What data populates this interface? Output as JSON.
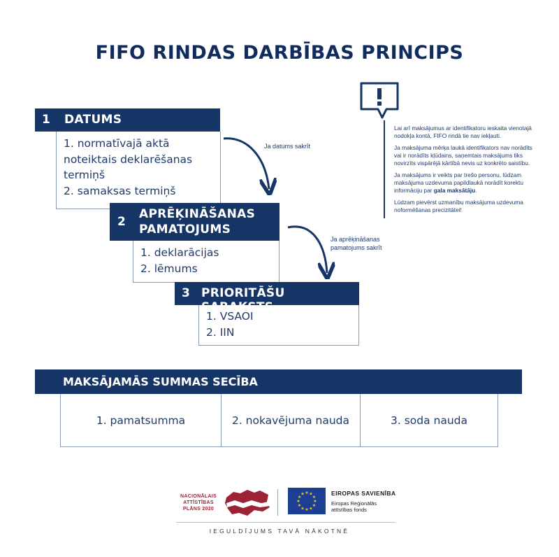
{
  "title": "FIFO RINDAS DARBĪBAS PRINCIPS",
  "steps": [
    {
      "num": "1",
      "label": "DATUMS",
      "items": [
        "1. normatīvajā aktā",
        "noteiktais deklarēšanas",
        "termiņš",
        "2. samaksas termiņš"
      ]
    },
    {
      "num": "2",
      "label_lines": [
        "APRĒĶINĀŠANAS",
        "PAMATOJUMS"
      ],
      "items": [
        "1. deklarācijas",
        "2. lēmums"
      ]
    },
    {
      "num": "3",
      "label": "PRIORITĀŠU SARAKSTS",
      "items": [
        "1. VSAOI",
        "2. IIN"
      ]
    }
  ],
  "arrows": {
    "a1": "Ja datums sakrīt",
    "a2_lines": [
      "Ja aprēķināšanas",
      "pamatojums sakrīt"
    ]
  },
  "notice": {
    "icon": "exclamation-speech-bubble-icon",
    "p1": "Lai arī maksājumus ar identifikatoru ieskaita vienotajā nodokļa kontā, FIFO rindā tie nav iekļauti.",
    "p2": "Ja maksājuma mērķa laukā identifikators nav norādīts vai ir norādīts kļūdains, saņemtais maksājums tiks novirzīts vispārējā kārtībā nevis uz konkrēto saistību.",
    "p3_pre": "Ja maksājums ir veikts par trešo personu, lūdzam maksājuma uzdevuma papildlaukā norādīt korektu informāciju par ",
    "p3_bold": "gala maksātāju",
    "p3_post": ".",
    "p4": "Lūdzam pievērst uzmanību maksājuma uzdevuma noformēšanas precizitātei!"
  },
  "sequence": {
    "header": "MAKSĀJAMĀS SUMMAS SECĪBA",
    "cells": [
      "1. pamatsumma",
      "2. nokavējuma nauda",
      "3. soda nauda"
    ]
  },
  "footer": {
    "nap_lines": [
      "NACIONĀLAIS",
      "ATTĪSTĪBAS",
      "PLĀNS 2020"
    ],
    "eu_title": "EIROPAS SAVIENĪBA",
    "eu_fund_lines": [
      "Eiropas Reģionālās",
      "attīstības fonds"
    ],
    "slogan": "IEGULDĪJUMS TAVĀ NĀKOTNĒ"
  },
  "colors": {
    "navy": "#163567",
    "text": "#1f3a6b",
    "nap_red": "#9b2335",
    "eu_blue": "#1c3f94",
    "eu_star": "#ffcc00"
  }
}
